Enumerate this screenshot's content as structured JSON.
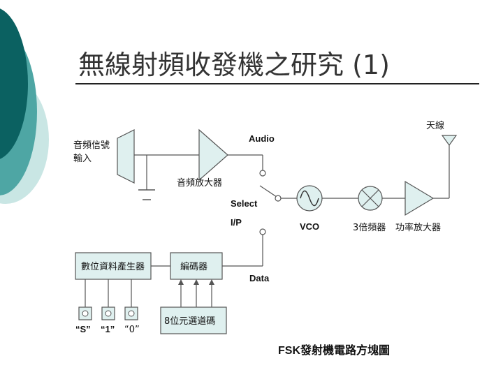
{
  "slide": {
    "title": "無線射頻收發機之研究 (1)",
    "caption": "FSK發射機電路方塊圖"
  },
  "diagram": {
    "audio_input_label_1": "音頻信號",
    "audio_input_label_2": "輸入",
    "audio_label": "Audio",
    "audio_amp_label": "音頻放大器",
    "select_label": "Select",
    "ip_label": "I/P",
    "vco_label": "VCO",
    "multiplier_label": "3倍頻器",
    "power_amp_label": "功率放大器",
    "antenna_label": "天線",
    "data_label": "Data",
    "digital_gen_label": "數位資料產生器",
    "encoder_label": "編碼器",
    "dip_label": "8位元選道碼",
    "key_s_label": "“S”",
    "key_1_label": "“1”",
    "key_0_label": "“0”"
  },
  "colors": {
    "teal_dark": "#0b6161",
    "teal_mid": "#3f9a98",
    "teal_light": "#bfe0df",
    "block_fill": "#dff0ef",
    "line": "#666666"
  }
}
